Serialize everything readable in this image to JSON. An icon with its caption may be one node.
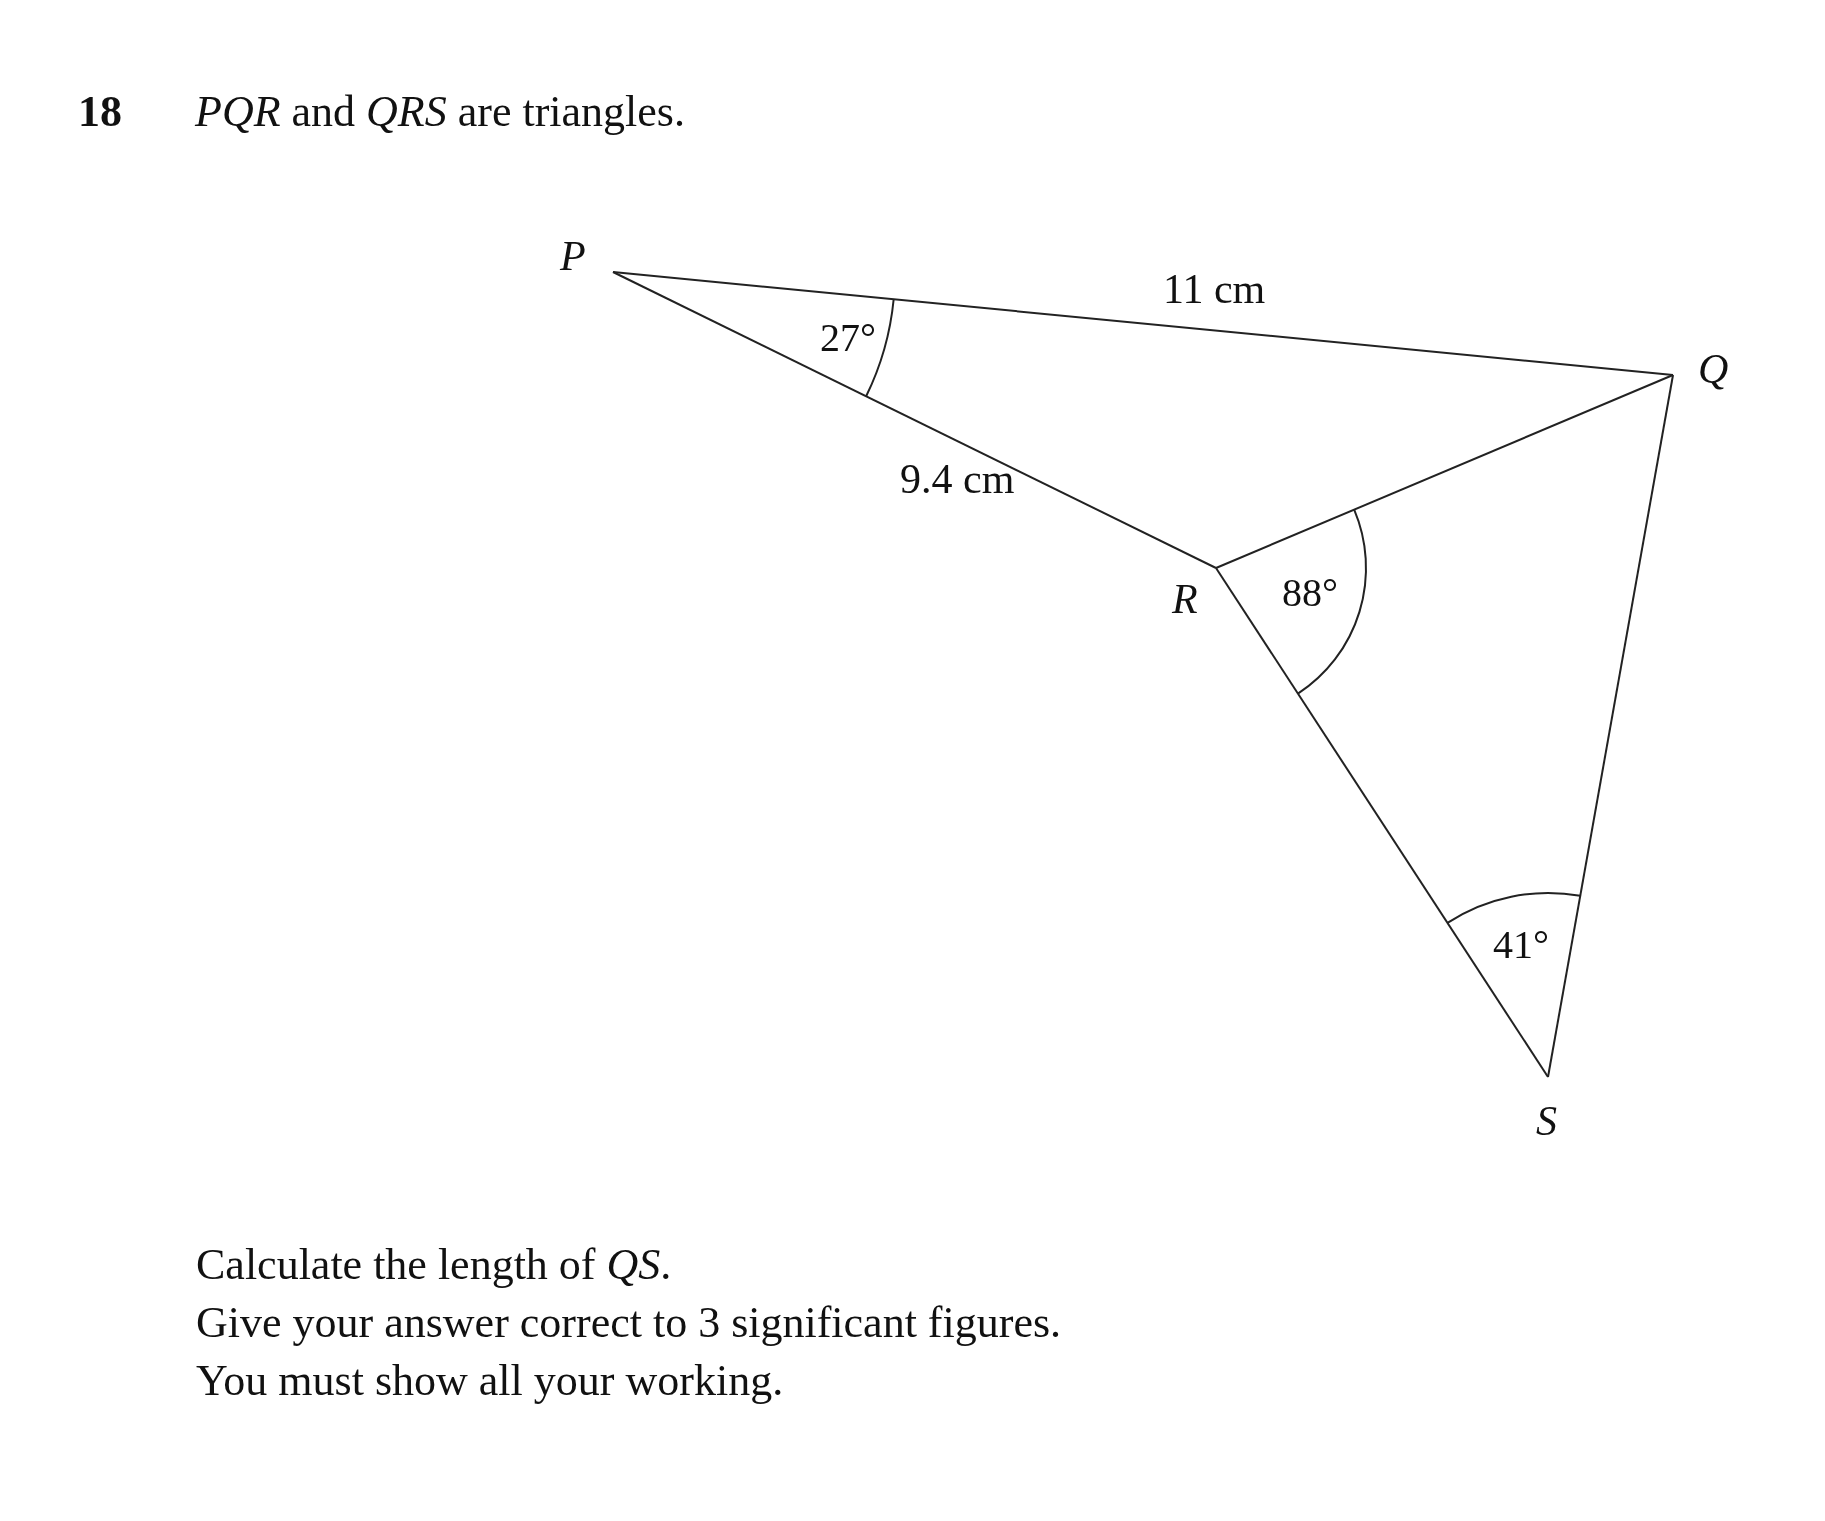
{
  "diagram": {
    "title": "*PQR* and *QRS* are triangles.",
    "nodes": [
      {
        "text": [
          "P"
        ]
      },
      {
        "text": [
          "Q"
        ]
      },
      {
        "text": [
          "R"
        ]
      },
      {
        "text": [
          "S"
        ]
      }
    ],
    "edges": [
      {
        "from": 0,
        "to": 1,
        "arrow": "none",
        "label": "11 cm"
      },
      {
        "from": 0,
        "to": 2,
        "arrow": "none",
        "label": "9.4 cm"
      },
      {
        "from": 2,
        "to": 1,
        "arrow": "none"
      },
      {
        "from": 2,
        "to": 3,
        "arrow": "none"
      },
      {
        "from": 1,
        "to": 3,
        "arrow": "none"
      }
    ],
    "labels": [
      "18",
      "27°",
      "88°",
      "41°",
      "Calculate the length of *QS*.",
      "Give your answer correct to 3 significant figures.",
      "You must show all your working."
    ]
  }
}
